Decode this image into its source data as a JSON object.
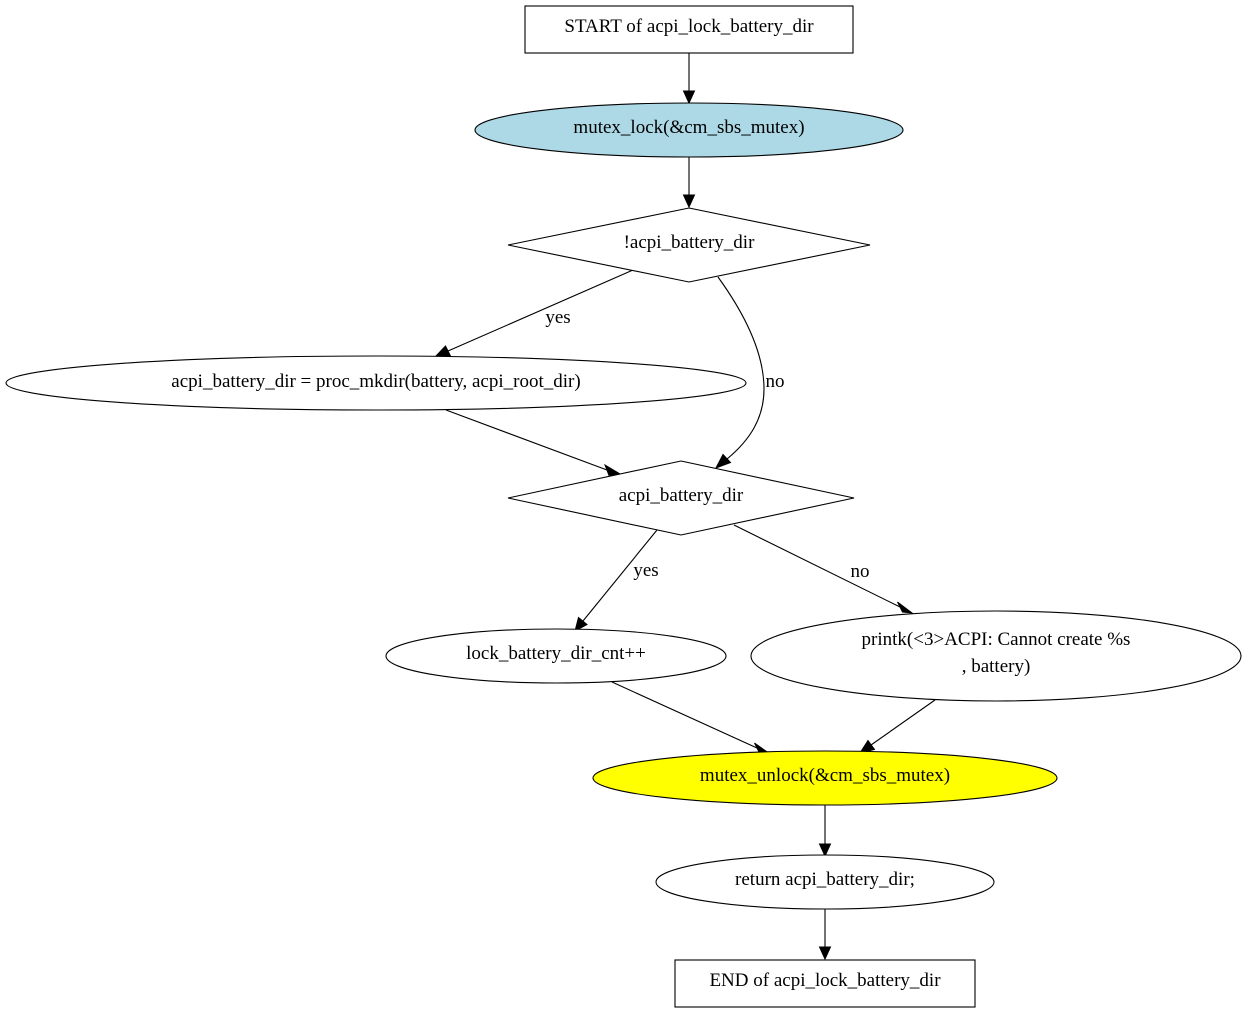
{
  "diagram": {
    "nodes": {
      "start": {
        "label": "START of acpi_lock_battery_dir"
      },
      "lock": {
        "label": "mutex_lock(&cm_sbs_mutex)",
        "fill": "#add8e6"
      },
      "cond1": {
        "label": "!acpi_battery_dir"
      },
      "mkdir": {
        "label": "acpi_battery_dir = proc_mkdir(battery, acpi_root_dir)"
      },
      "cond2": {
        "label": "acpi_battery_dir"
      },
      "inc": {
        "label": "lock_battery_dir_cnt++"
      },
      "printk": {
        "line1": "printk(<3>ACPI: Cannot create %s",
        "line2": ", battery)"
      },
      "unlock": {
        "label": "mutex_unlock(&cm_sbs_mutex)",
        "fill": "#ffff00"
      },
      "ret": {
        "label": "return acpi_battery_dir;"
      },
      "end": {
        "label": "END of acpi_lock_battery_dir"
      }
    },
    "edge_labels": {
      "cond1_yes": "yes",
      "cond1_no": "no",
      "cond2_yes": "yes",
      "cond2_no": "no"
    }
  }
}
